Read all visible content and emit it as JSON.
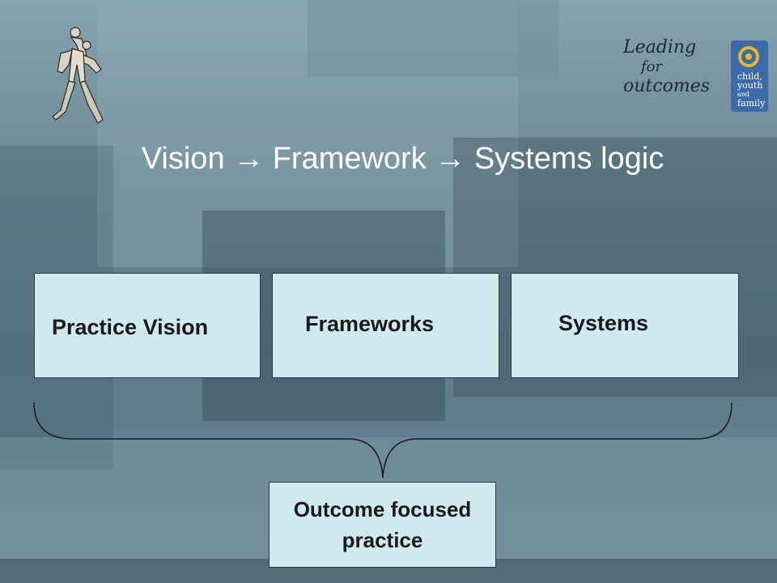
{
  "slide": {
    "title": "Vision → Framework → Systems logic",
    "boxes": [
      {
        "label": "Practice Vision"
      },
      {
        "label": "Frameworks"
      },
      {
        "label": "Systems"
      }
    ],
    "outcome": {
      "line1": "Outcome focused",
      "line2": "practice"
    },
    "logo": {
      "lines": [
        "Leading",
        "for",
        "outcomes"
      ],
      "badge_lines": [
        "child,",
        "youth",
        "and",
        "family"
      ],
      "colors": {
        "text": "#1e2a33",
        "badge_bg": "#3d6aa8",
        "badge_mark": "#e7b72c"
      }
    },
    "colors": {
      "box_fill": "#cfe9ee",
      "title": "#ffffff"
    }
  }
}
